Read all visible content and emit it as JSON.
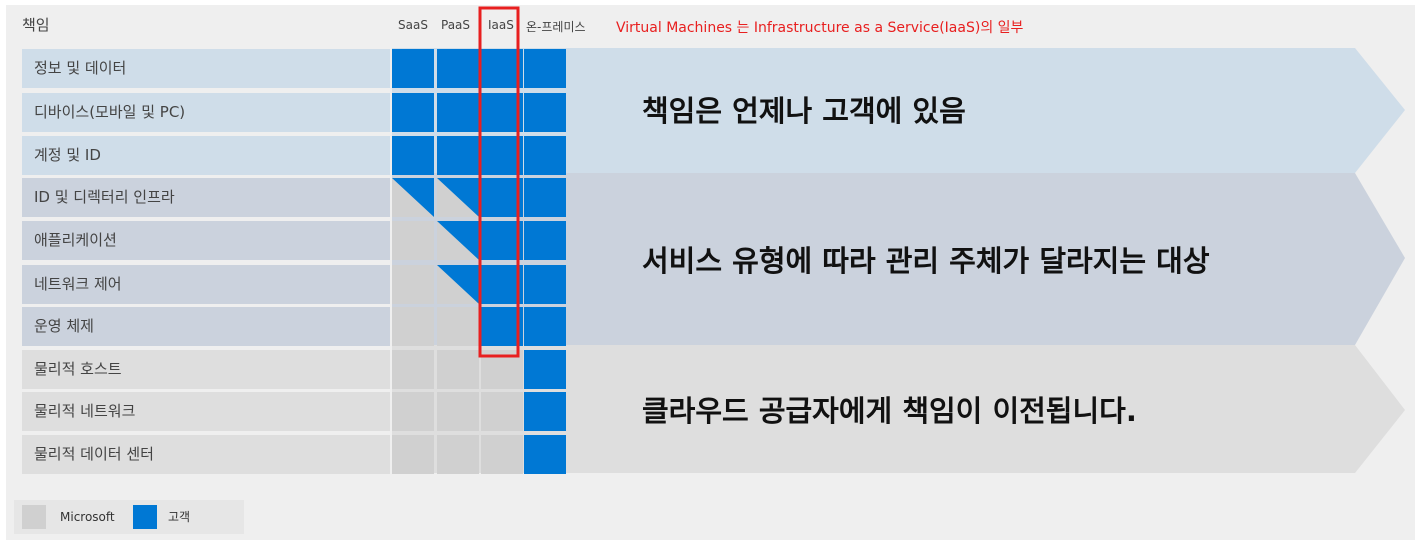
{
  "header": {
    "responsibility": "책임",
    "columns": [
      "SaaS",
      "PaaS",
      "IaaS",
      "온-프레미스"
    ],
    "note": "Virtual Machines 는 Infrastructure as a Service(IaaS)의 일부"
  },
  "rows": [
    {
      "label": "정보 및 데이터",
      "cells": [
        "customer",
        "customer",
        "customer",
        "customer"
      ]
    },
    {
      "label": "디바이스(모바일 및 PC)",
      "cells": [
        "customer",
        "customer",
        "customer",
        "customer"
      ]
    },
    {
      "label": "계정 및 ID",
      "cells": [
        "customer",
        "customer",
        "customer",
        "customer"
      ]
    },
    {
      "label": "ID 및 디렉터리 인프라",
      "cells": [
        "shared",
        "shared",
        "customer",
        "customer"
      ]
    },
    {
      "label": "애플리케이션",
      "cells": [
        "microsoft",
        "shared",
        "customer",
        "customer"
      ]
    },
    {
      "label": "네트워크 제어",
      "cells": [
        "microsoft",
        "shared",
        "customer",
        "customer"
      ]
    },
    {
      "label": "운영 체제",
      "cells": [
        "microsoft",
        "microsoft",
        "customer",
        "customer"
      ]
    },
    {
      "label": "물리적 호스트",
      "cells": [
        "microsoft",
        "microsoft",
        "microsoft",
        "customer"
      ]
    },
    {
      "label": "물리적 네트워크",
      "cells": [
        "microsoft",
        "microsoft",
        "microsoft",
        "customer"
      ]
    },
    {
      "label": "물리적 데이터 센터",
      "cells": [
        "microsoft",
        "microsoft",
        "microsoft",
        "customer"
      ]
    }
  ],
  "bands": [
    {
      "text": "책임은 언제나 고객에 있음",
      "color": "#cfdde9"
    },
    {
      "text": "서비스 유형에 따라 관리 주체가 달라지는 대상",
      "color": "#cbd2dd"
    },
    {
      "text": "클라우드 공급자에게 책임이 이전됩니다.",
      "color": "#dedede"
    }
  ],
  "legend": {
    "microsoft": "Microsoft",
    "customer": "고객"
  },
  "colors": {
    "customer": "#0078d4",
    "microsoft": "#d0d0d0",
    "highlight": "#e81f1f"
  }
}
